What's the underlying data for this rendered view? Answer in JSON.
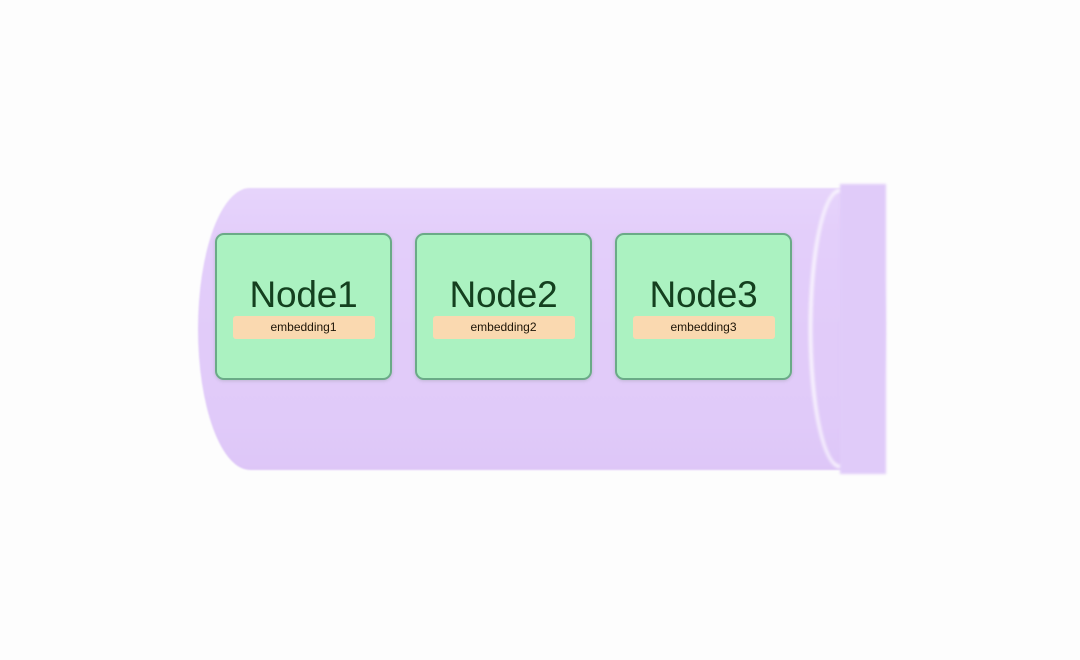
{
  "diagram": {
    "type": "vector-database-cylinder",
    "title": "Vector database cylinder containing embedding nodes",
    "colors": {
      "background": "#fdfdfd",
      "cylinder_body": "#e1cbf9",
      "cylinder_cap": "#e0cbf9",
      "cylinder_seam": "#ffffff",
      "node_fill": "#abf2c1",
      "node_border": "#6aab87",
      "node_title_text": "#14401f",
      "embedding_pill": "#fad9b0",
      "embedding_text": "#1d1508"
    },
    "container": {
      "name": "database-cylinder",
      "shape": "cylinder",
      "orientation": "horizontal"
    },
    "nodes": [
      {
        "title": "Node1",
        "embedding": "embedding1"
      },
      {
        "title": "Node2",
        "embedding": "embedding2"
      },
      {
        "title": "Node3",
        "embedding": "embedding3"
      }
    ]
  }
}
